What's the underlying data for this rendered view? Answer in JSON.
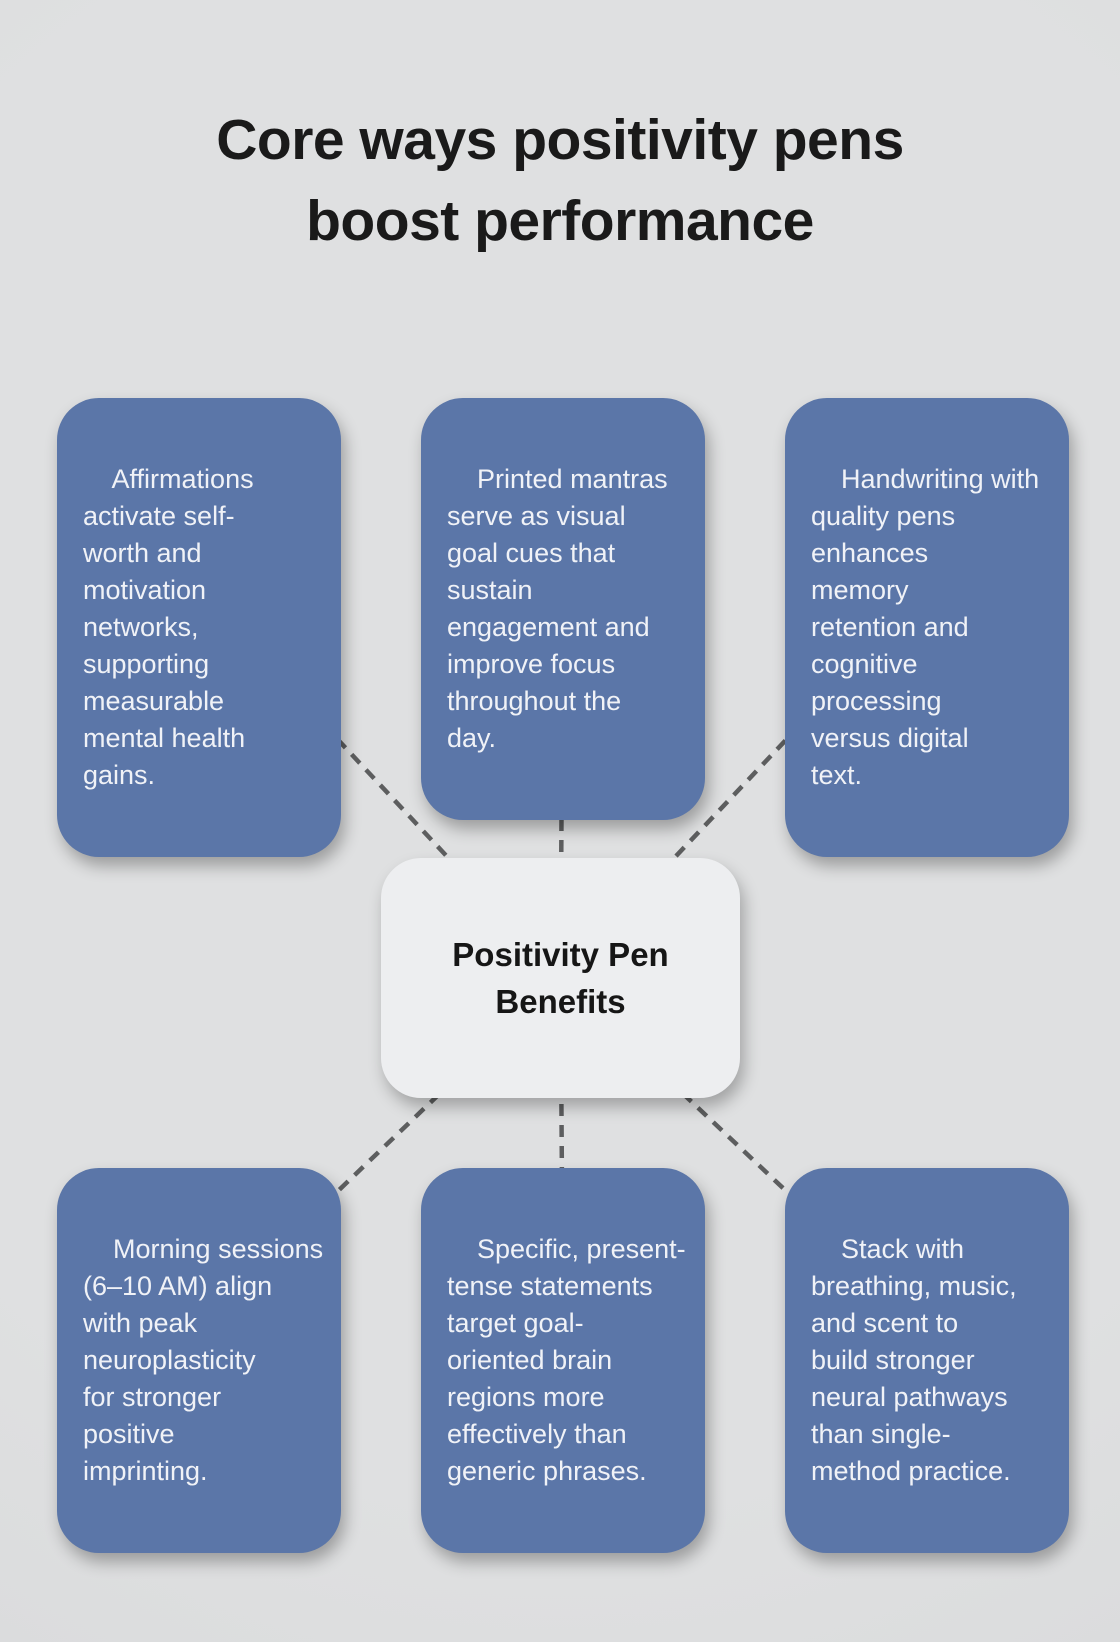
{
  "page_title": "Core ways positivity pens\nboost performance",
  "center_node": {
    "label": "Positivity Pen\nBenefits"
  },
  "benefit_nodes": [
    "Affirmations\nactivate self-\nworth and\nmotivation\nnetworks,\nsupporting\nmeasurable\nmental health\ngains.",
    "Printed mantras\nserve as visual\ngoal cues that\nsustain\nengagement and\nimprove focus\nthroughout the\nday.",
    "Handwriting with\nquality pens\nenhances\nmemory\nretention and\ncognitive\nprocessing\nversus digital\ntext.",
    "Morning sessions\n(6–10 AM) align\nwith peak\nneuroplasticity\nfor stronger\npositive\nimprinting.",
    "Specific, present-\ntense statements\ntarget goal-\noriented brain\nregions more\neffectively than\ngeneric phrases.",
    "Stack with\nbreathing, music,\nand scent to\nbuild stronger\nneural pathways\nthan single-\nmethod practice."
  ],
  "colors": {
    "background": "#dfe0e1",
    "node_bg": "#5b76a8",
    "node_text": "#f0f2f7",
    "center_bg": "#edeef0",
    "center_text": "#161616",
    "title_text": "#1a1a1a",
    "connector": "#5d5e5f"
  }
}
